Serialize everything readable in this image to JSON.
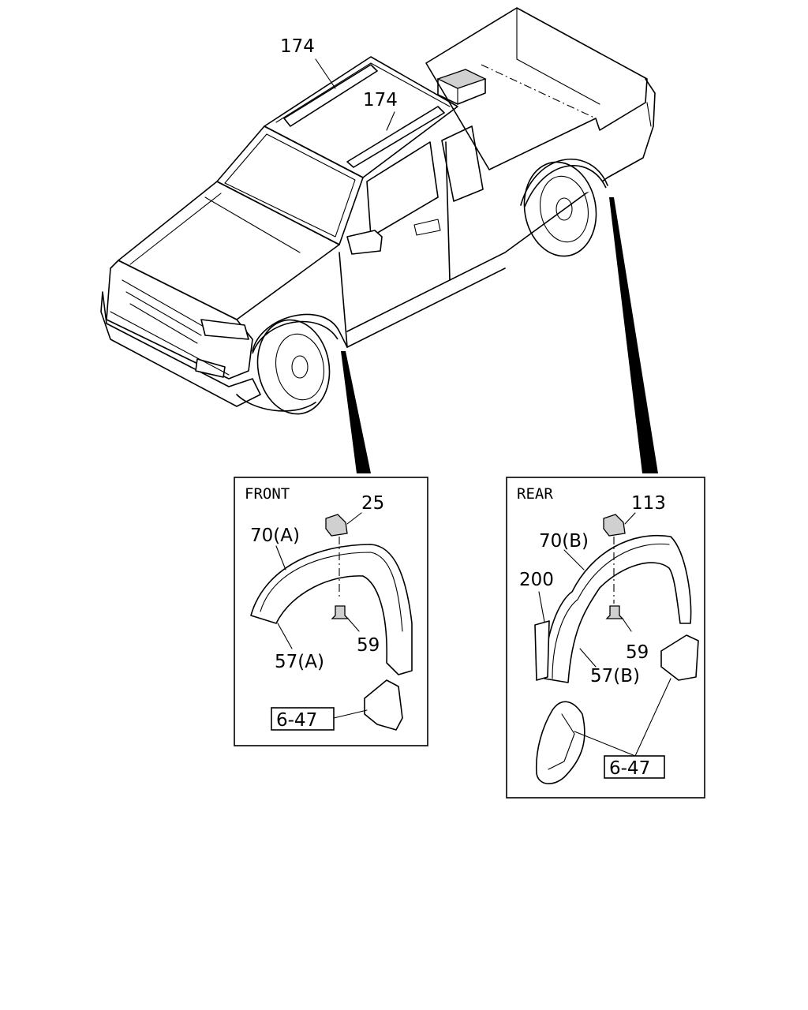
{
  "callouts": {
    "roof_rail_front": "174",
    "roof_rail_rear": "174"
  },
  "front_panel": {
    "header": "FRONT",
    "clip": "25",
    "flare": "70(A)",
    "screw": "59",
    "liner": "57(A)",
    "ref": "6-47"
  },
  "rear_panel": {
    "header": "REAR",
    "clip": "113",
    "flare": "70(B)",
    "seal": "200",
    "screw": "59",
    "liner": "57(B)",
    "ref": "6-47"
  }
}
